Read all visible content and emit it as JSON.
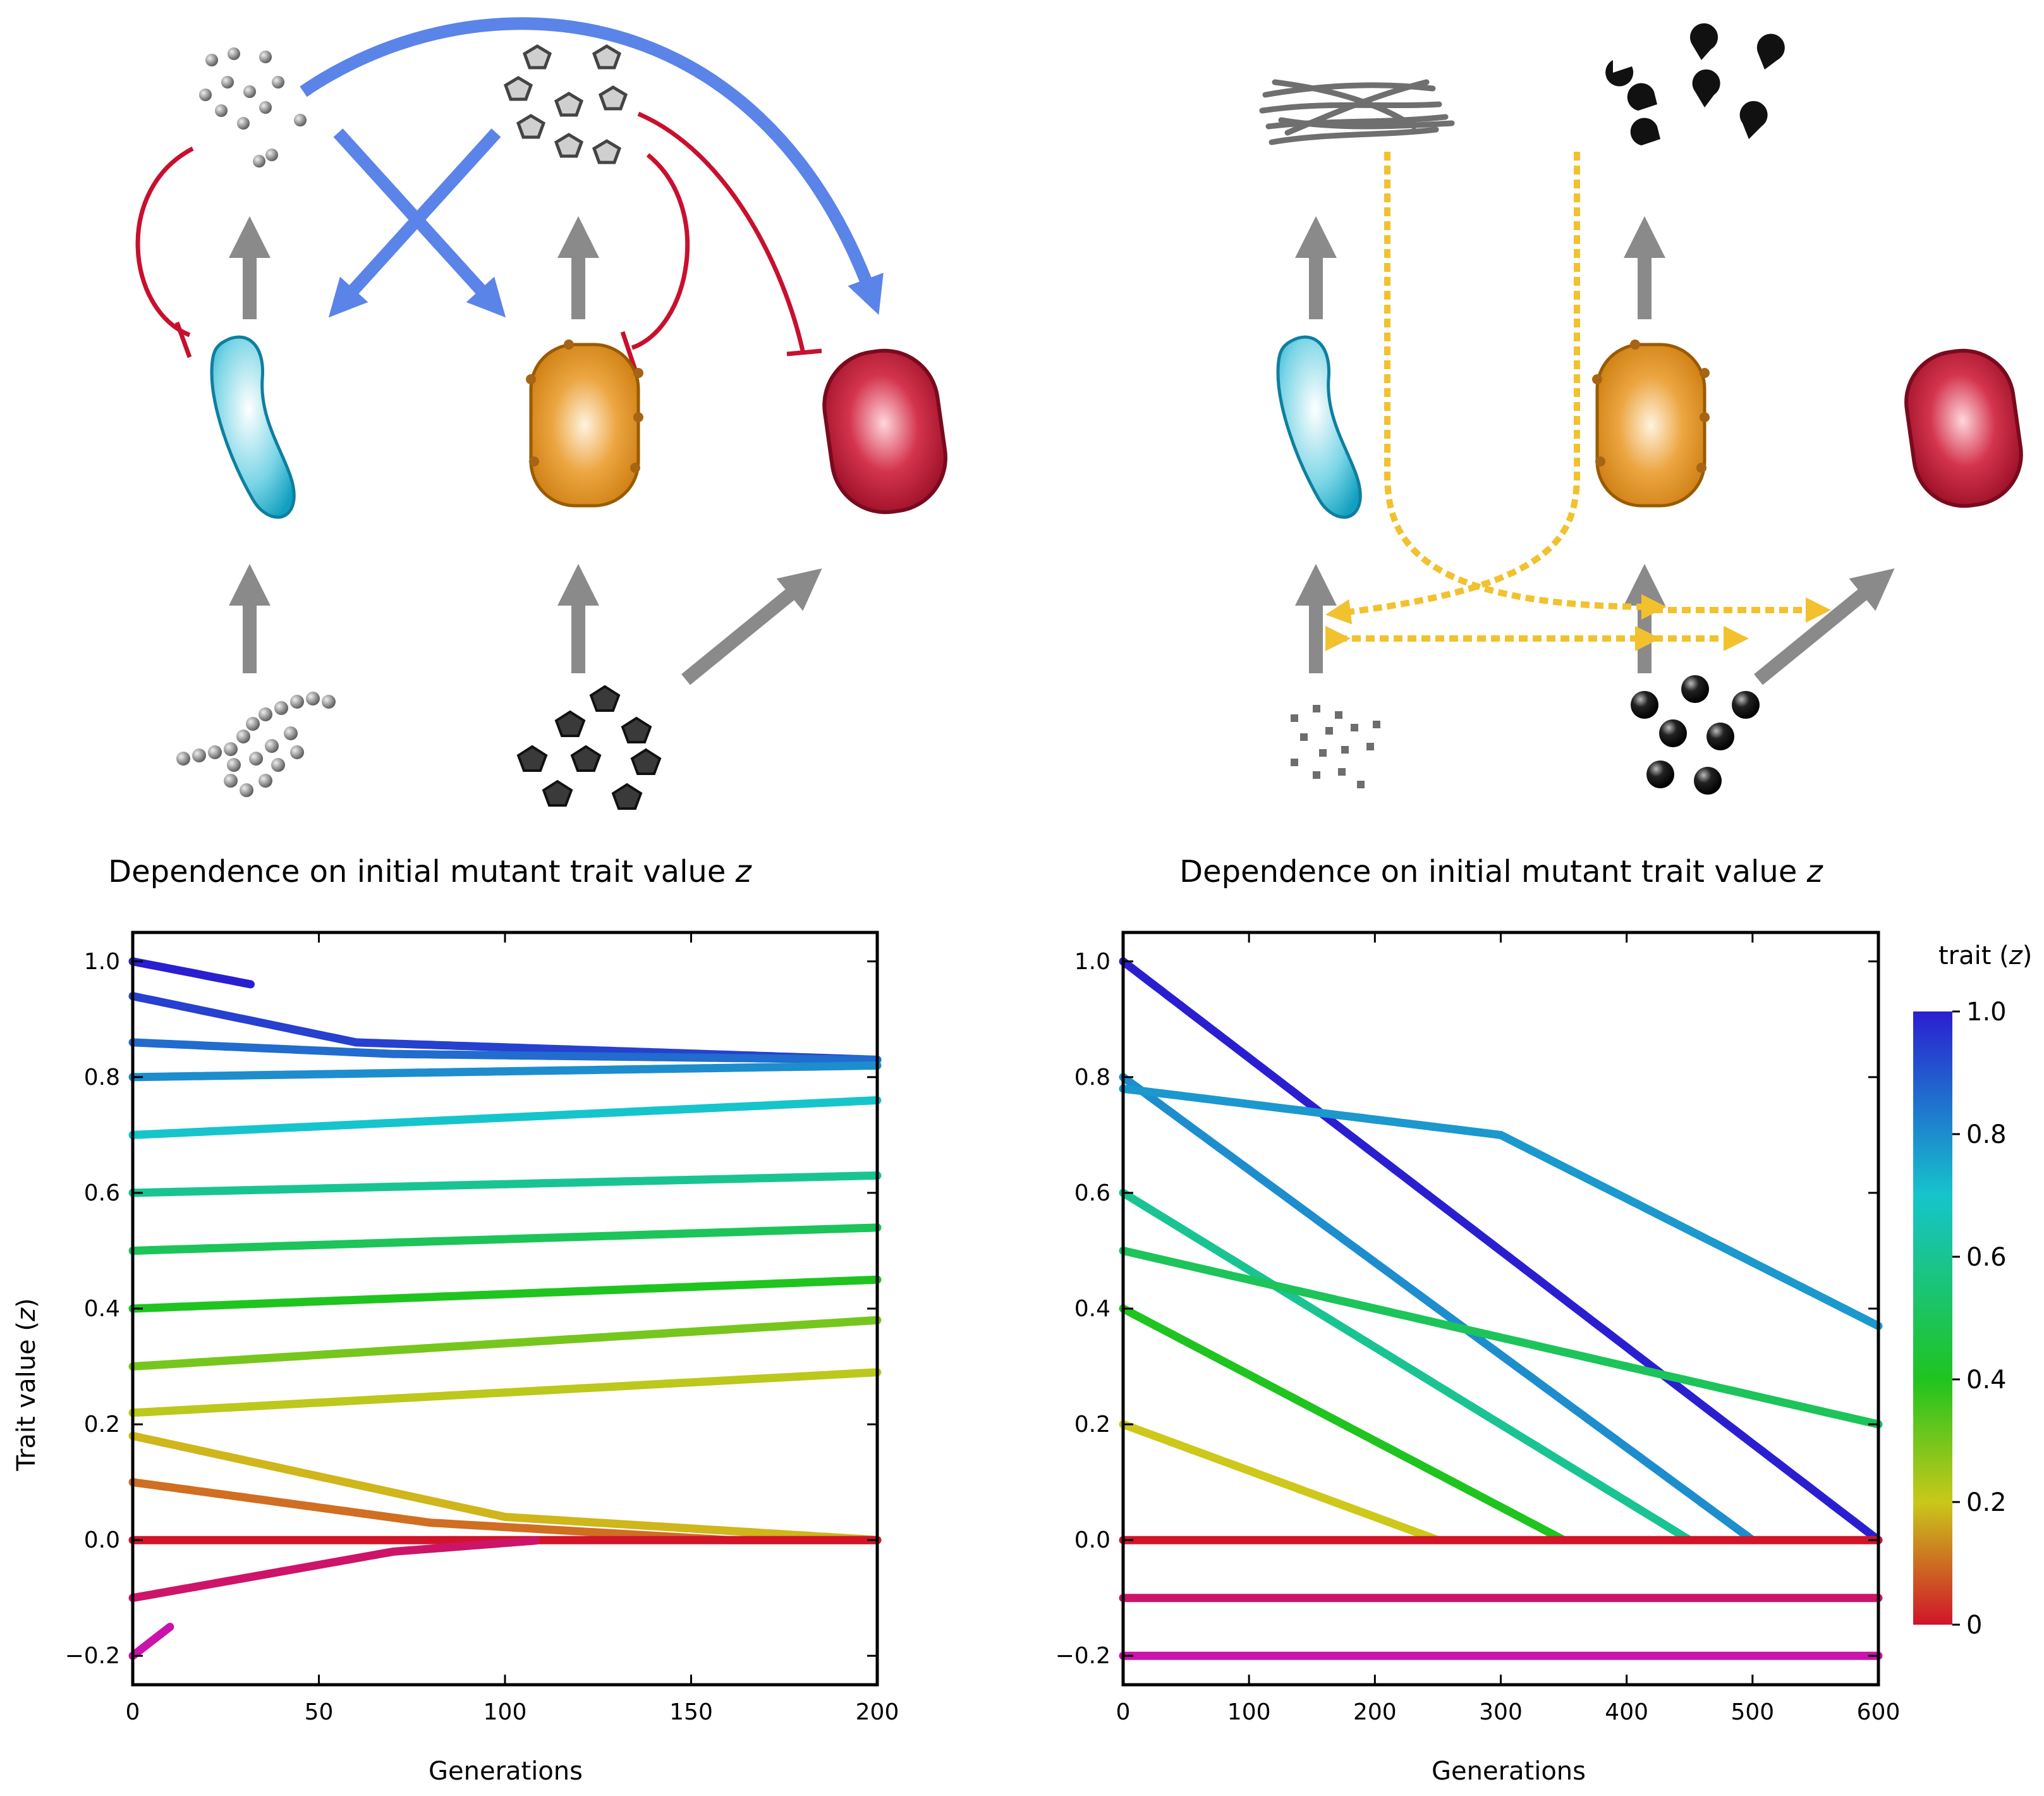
{
  "colors": {
    "inhibition": "#c8102e",
    "activation": "#5b84e8",
    "flow": "#8a8a8a",
    "crossfeed": "#f2c12e",
    "microbe_rod": "#2bb3cf",
    "microbe_oval": "#d98c18",
    "microbe_red": "#b3122e"
  },
  "icons": {
    "left": [
      "dots-cluster-icon",
      "pentagon-cluster-icon",
      "bead-chain-icon",
      "dark-pentagon-cluster-icon",
      "rod-microbe-icon",
      "orange-microbe-icon",
      "red-microbe-icon"
    ],
    "right": [
      "fiber-bundle-icon",
      "pacman-cluster-icon",
      "small-squares-icon",
      "black-spheres-icon",
      "rod-microbe-icon",
      "orange-microbe-icon",
      "red-microbe-icon"
    ]
  },
  "chart_data": [
    {
      "type": "scatter",
      "title": "Dependence on initial mutant trait value",
      "title_var": "z",
      "xlabel": "Generations",
      "ylabel": "Trait value",
      "ylabel_var": "z",
      "xlim": [
        0,
        200
      ],
      "ylim": [
        -0.25,
        1.05
      ],
      "xticks": [
        0,
        50,
        100,
        150,
        200
      ],
      "yticks": [
        -0.2,
        0.0,
        0.2,
        0.4,
        0.6,
        0.8,
        1.0
      ],
      "ytick_labels": [
        "−0.2",
        "0.0",
        "0.2",
        "0.4",
        "0.6",
        "0.8",
        "1.0"
      ],
      "color_by": "initial trait value z",
      "trajectory_trends": [
        {
          "z0": 1.0,
          "points": [
            [
              0,
              1.0
            ],
            [
              32,
              0.96
            ]
          ]
        },
        {
          "z0": 0.94,
          "points": [
            [
              0,
              0.94
            ],
            [
              60,
              0.86
            ],
            [
              200,
              0.83
            ]
          ]
        },
        {
          "z0": 0.86,
          "points": [
            [
              0,
              0.86
            ],
            [
              70,
              0.84
            ],
            [
              200,
              0.83
            ]
          ]
        },
        {
          "z0": 0.8,
          "points": [
            [
              0,
              0.8
            ],
            [
              200,
              0.82
            ]
          ]
        },
        {
          "z0": 0.7,
          "points": [
            [
              0,
              0.7
            ],
            [
              200,
              0.76
            ]
          ]
        },
        {
          "z0": 0.6,
          "points": [
            [
              0,
              0.6
            ],
            [
              200,
              0.63
            ]
          ]
        },
        {
          "z0": 0.5,
          "points": [
            [
              0,
              0.5
            ],
            [
              200,
              0.54
            ]
          ]
        },
        {
          "z0": 0.4,
          "points": [
            [
              0,
              0.4
            ],
            [
              200,
              0.45
            ]
          ]
        },
        {
          "z0": 0.3,
          "points": [
            [
              0,
              0.3
            ],
            [
              200,
              0.38
            ]
          ]
        },
        {
          "z0": 0.22,
          "points": [
            [
              0,
              0.22
            ],
            [
              200,
              0.29
            ]
          ]
        },
        {
          "z0": 0.18,
          "points": [
            [
              0,
              0.18
            ],
            [
              100,
              0.04
            ],
            [
              200,
              0.0
            ]
          ]
        },
        {
          "z0": 0.1,
          "points": [
            [
              0,
              0.1
            ],
            [
              80,
              0.03
            ],
            [
              160,
              0.0
            ],
            [
              200,
              0.0
            ]
          ]
        },
        {
          "z0": 0.0,
          "points": [
            [
              0,
              0.0
            ],
            [
              200,
              0.0
            ]
          ]
        },
        {
          "z0": -0.1,
          "points": [
            [
              0,
              -0.1
            ],
            [
              70,
              -0.02
            ],
            [
              110,
              0.0
            ]
          ]
        },
        {
          "z0": -0.2,
          "points": [
            [
              0,
              -0.2
            ],
            [
              10,
              -0.15
            ]
          ]
        }
      ]
    },
    {
      "type": "scatter",
      "title": "Dependence on initial mutant trait value",
      "title_var": "z",
      "xlabel": "Generations",
      "ylabel": "",
      "xlim": [
        0,
        600
      ],
      "ylim": [
        -0.25,
        1.05
      ],
      "xticks": [
        0,
        100,
        200,
        300,
        400,
        500,
        600
      ],
      "yticks": [
        -0.2,
        0.0,
        0.2,
        0.4,
        0.6,
        0.8,
        1.0
      ],
      "ytick_labels": [
        "−0.2",
        "0.0",
        "0.2",
        "0.4",
        "0.6",
        "0.8",
        "1.0"
      ],
      "color_by": "initial trait value z",
      "trajectory_trends": [
        {
          "z0": 1.0,
          "points": [
            [
              0,
              1.0
            ],
            [
              600,
              0.0
            ]
          ]
        },
        {
          "z0": 0.8,
          "points": [
            [
              0,
              0.8
            ],
            [
              500,
              0.0
            ]
          ]
        },
        {
          "z0": 0.78,
          "points": [
            [
              0,
              0.78
            ],
            [
              300,
              0.7
            ],
            [
              600,
              0.37
            ]
          ]
        },
        {
          "z0": 0.6,
          "points": [
            [
              0,
              0.6
            ],
            [
              450,
              0.0
            ]
          ]
        },
        {
          "z0": 0.5,
          "points": [
            [
              0,
              0.5
            ],
            [
              600,
              0.2
            ]
          ]
        },
        {
          "z0": 0.4,
          "points": [
            [
              0,
              0.4
            ],
            [
              350,
              0.0
            ]
          ]
        },
        {
          "z0": 0.2,
          "points": [
            [
              0,
              0.2
            ],
            [
              250,
              0.0
            ]
          ]
        },
        {
          "z0": 0.0,
          "points": [
            [
              0,
              0.0
            ],
            [
              600,
              0.0
            ]
          ]
        },
        {
          "z0": -0.1,
          "points": [
            [
              0,
              -0.1
            ],
            [
              600,
              -0.1
            ]
          ]
        },
        {
          "z0": -0.2,
          "points": [
            [
              0,
              -0.2
            ],
            [
              600,
              -0.2
            ]
          ]
        }
      ],
      "colorbar": {
        "label": "trait",
        "label_var": "z",
        "range": [
          0,
          1.0
        ],
        "ticks": [
          0,
          0.2,
          0.4,
          0.6,
          0.8,
          1.0
        ],
        "tick_labels": [
          "0",
          "0.2",
          "0.4",
          "0.6",
          "0.8",
          "1.0"
        ]
      }
    }
  ]
}
